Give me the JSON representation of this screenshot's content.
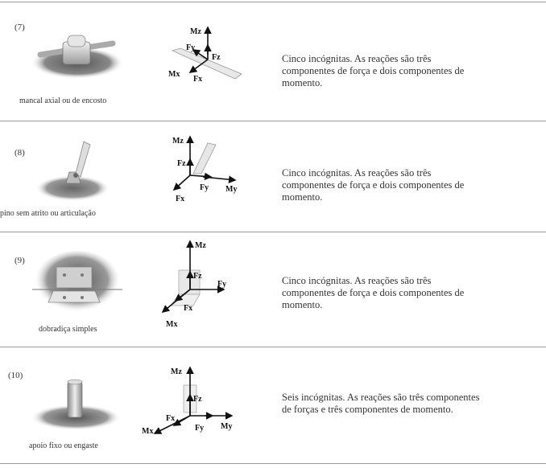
{
  "rows": [
    {
      "number": "(7)",
      "caption": "mancal axial ou de encosto",
      "description": "Cinco incógnitas. As reações são três componentes de força e dois componentes de momento.",
      "labels": {
        "mz": "Mz",
        "fy": "Fy",
        "fz": "Fz",
        "mx": "Mx",
        "fx": "Fx"
      }
    },
    {
      "number": "(8)",
      "caption": "pino sem atrito ou articulação",
      "description": "Cinco incógnitas. As reações são três componentes de força e dois componentes de momento.",
      "labels": {
        "mz": "Mz",
        "fz": "Fz",
        "fx": "Fx",
        "fy": "Fy",
        "my": "My"
      }
    },
    {
      "number": "(9)",
      "caption": "dobradiça simples",
      "description": "Cinco incógnitas. As reações são três componentes de força e dois componentes de momento.",
      "labels": {
        "mz": "Mz",
        "fz": "Fz",
        "fy": "Fy",
        "fx": "Fx",
        "mx": "Mx"
      }
    },
    {
      "number": "(10)",
      "caption": "apoio fixo ou engaste",
      "description": "Seis incógnitas. As reações são três componentes de forças e três componentes de momento.",
      "labels": {
        "mz": "Mz",
        "fz": "Fz",
        "fx": "Fx",
        "fy": "Fy",
        "mx": "Mx",
        "my": "My"
      }
    }
  ]
}
